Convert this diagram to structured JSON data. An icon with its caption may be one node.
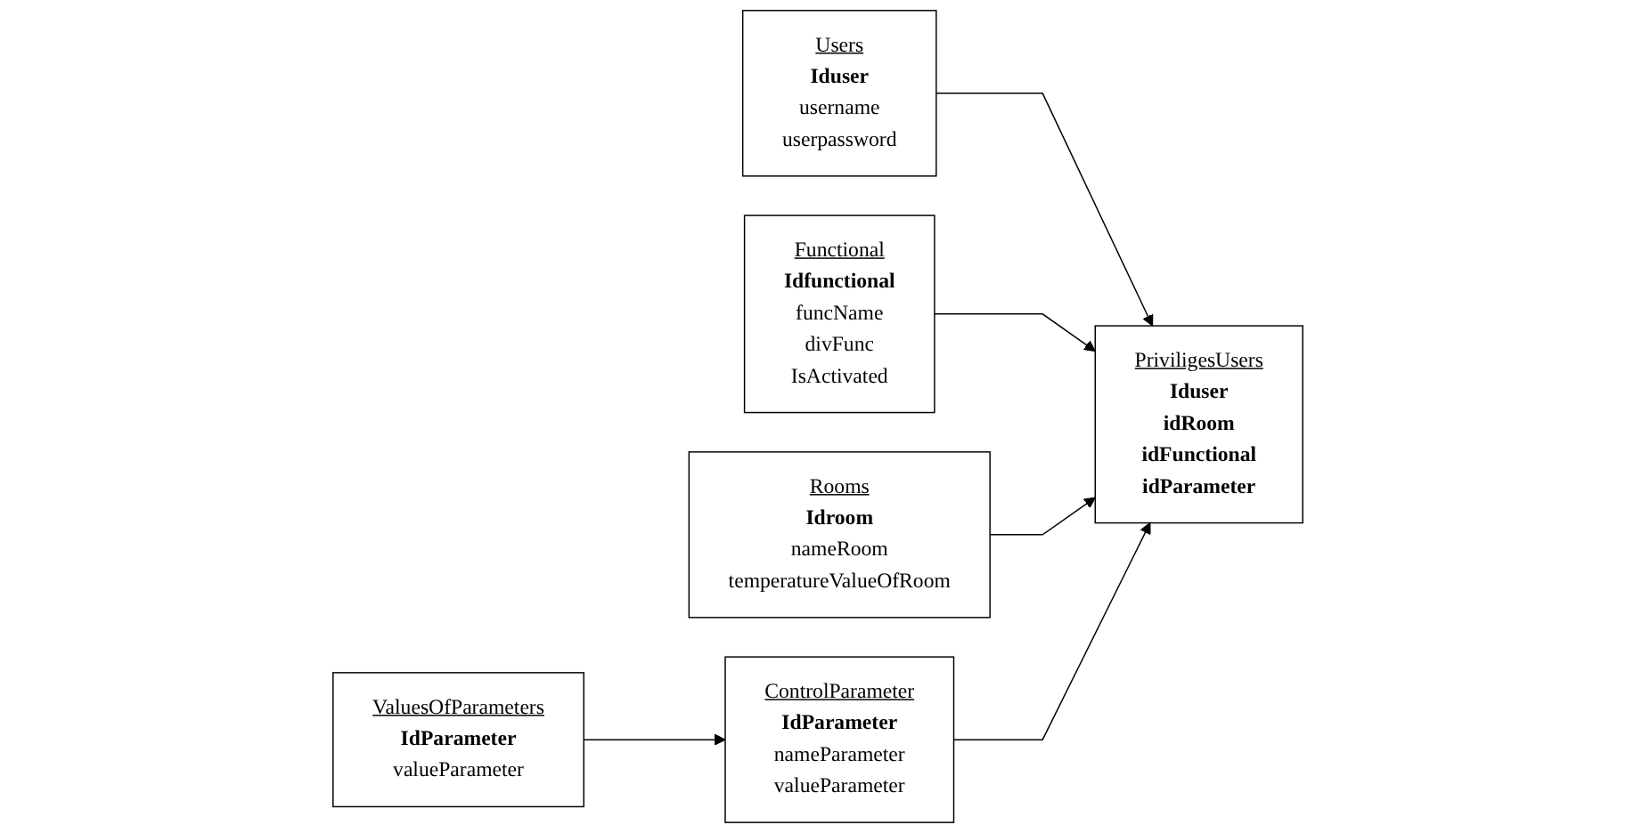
{
  "diagram": {
    "nodes": [
      {
        "text": [
          "Users",
          "Iduser",
          "username",
          "userpassword"
        ]
      },
      {
        "text": [
          "Functional",
          "Idfunctional",
          "funcName",
          "divFunc",
          "IsActivated"
        ]
      },
      {
        "text": [
          "PriviligesUsers",
          "Iduser",
          "idRoom",
          "idFunctional",
          "idParameter"
        ]
      },
      {
        "text": [
          "Rooms",
          "Idroom",
          "nameRoom",
          "temperatureValueOfRoom"
        ]
      },
      {
        "text": [
          "ValuesOfParameters",
          "IdParameter",
          "valueParameter"
        ]
      },
      {
        "text": [
          "ControlParameter",
          "IdParameter",
          "nameParameter",
          "valueParameter"
        ]
      }
    ],
    "edges": [
      {
        "from": 0,
        "to": 2,
        "arrow": "to"
      },
      {
        "from": 1,
        "to": 2,
        "arrow": "to"
      },
      {
        "from": 3,
        "to": 2,
        "arrow": "to"
      },
      {
        "from": 5,
        "to": 2,
        "arrow": "to"
      },
      {
        "from": 4,
        "to": 5,
        "arrow": "to"
      }
    ]
  }
}
